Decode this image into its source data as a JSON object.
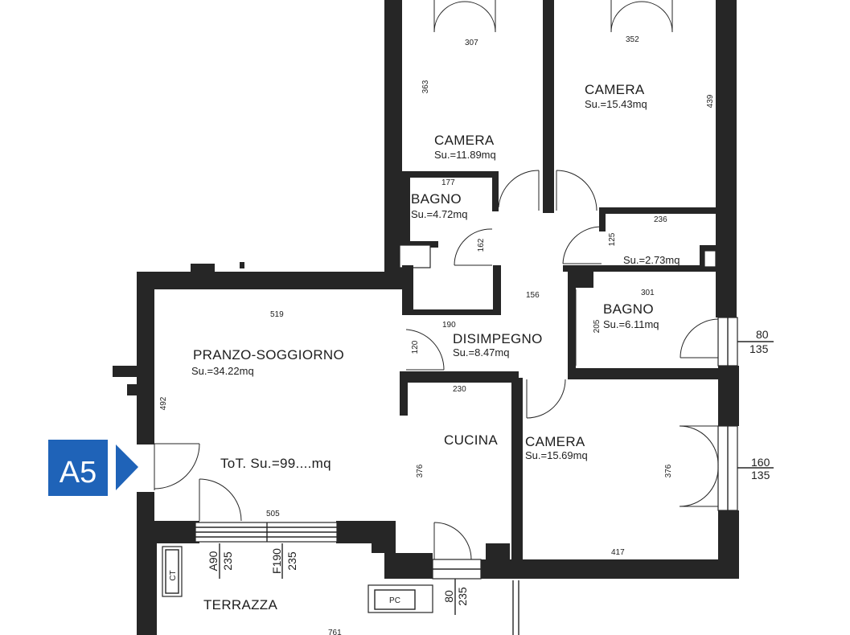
{
  "unit_badge": {
    "label": "A5",
    "color": "#1f63b8"
  },
  "rooms": {
    "camera_left": {
      "name": "CAMERA",
      "area": "Su.=11.89mq"
    },
    "camera_right": {
      "name": "CAMERA",
      "area": "Su.=15.43mq"
    },
    "bagno_left": {
      "name": "BAGNO",
      "area": "Su.=4.72mq"
    },
    "ripostiglio": {
      "area": "Su.=2.73mq"
    },
    "bagno_right": {
      "name": "BAGNO",
      "area": "Su.=6.11mq"
    },
    "disimpegno": {
      "name": "DISIMPEGNO",
      "area": "Su.=8.47mq"
    },
    "pranzo": {
      "name": "PRANZO-SOGGIORNO",
      "area": "Su.=34.22mq"
    },
    "cucina": {
      "name": "CUCINA"
    },
    "camera_bottom": {
      "name": "CAMERA",
      "area": "Su.=15.69mq"
    },
    "terrazza": {
      "name": "TERRAZZA"
    }
  },
  "total": "ToT. Su.=99....mq",
  "dimensions": {
    "d307": "307",
    "d352": "352",
    "d363": "363",
    "d439": "439",
    "d177": "177",
    "d162": "162",
    "d236": "236",
    "d125": "125",
    "d156": "156",
    "d301": "301",
    "d205": "205",
    "d519": "519",
    "d190": "190",
    "d120": "120",
    "d230": "230",
    "d492": "492",
    "d376a": "376",
    "d376b": "376",
    "d505": "505",
    "d417": "417",
    "d761": "761"
  },
  "windows": {
    "w1_top": "80",
    "w1_bottom": "135",
    "w2_top": "160",
    "w2_bottom": "135",
    "a90": "A90",
    "a90_h": "235",
    "f190": "F190",
    "f190_h": "235",
    "d80": "80",
    "d80_h": "235"
  },
  "fixtures": {
    "ct": "CT",
    "pc": "PC"
  }
}
